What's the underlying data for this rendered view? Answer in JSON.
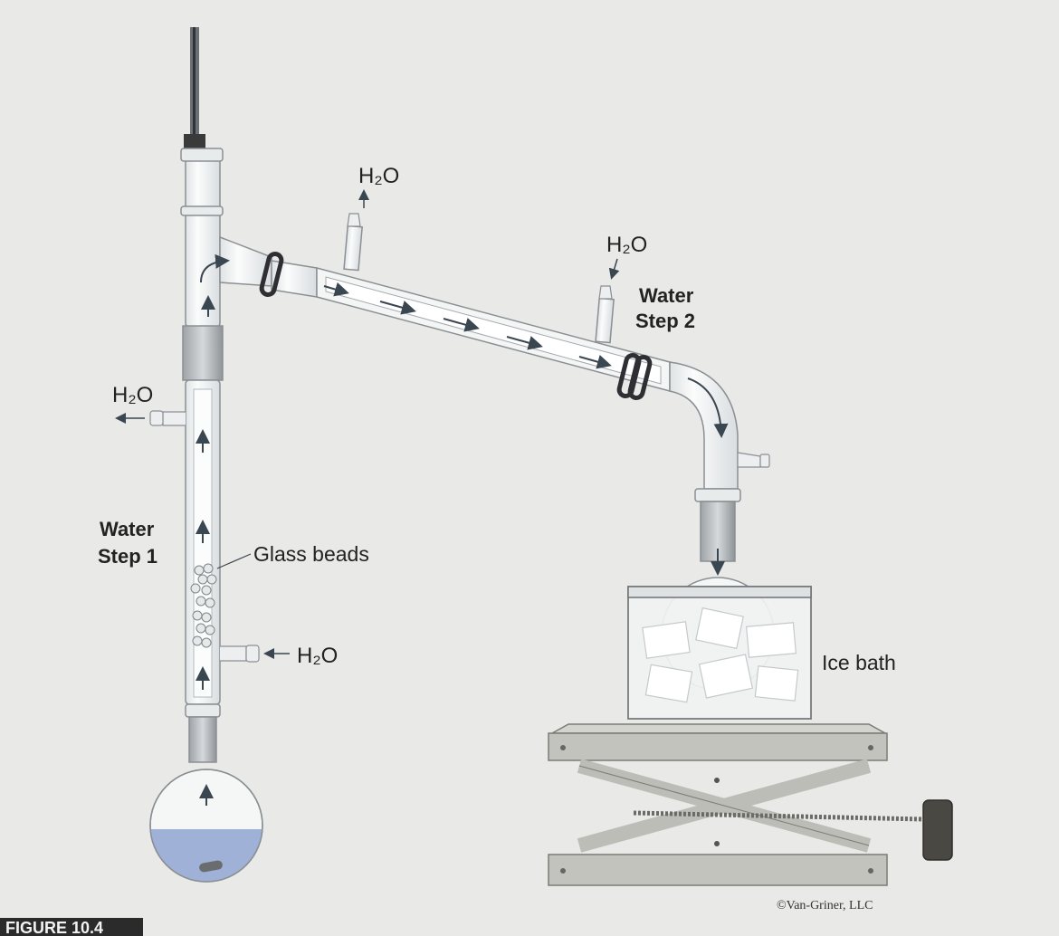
{
  "labels": {
    "h2o_top": "H₂O",
    "h2o_condenser_in": "H₂O",
    "water_step_2_line1": "Water",
    "water_step_2_line2": "Step 2",
    "h2o_column_out": "H₂O",
    "water_step_1_line1": "Water",
    "water_step_1_line2": "Step 1",
    "glass_beads": "Glass beads",
    "h2o_column_in": "H₂O",
    "ice_bath": "Ice bath",
    "credit": "©Van-Griner, LLC",
    "figure_tag": "FIGURE 10.4"
  },
  "colors": {
    "background": "#e9e9e7",
    "glass_fill": "#f4f6f6",
    "glass_stroke": "#8a8f93",
    "liquid": "#9fb1d6",
    "clamp": "#2e2e33",
    "arrow": "#3a4650",
    "jack_metal": "#bdbdb8",
    "knob": "#4a4842"
  },
  "icons": {
    "flow_arrows": "arrow-icon",
    "clamps": "clamp-icon",
    "stir_bar": "stir-bar-icon"
  }
}
